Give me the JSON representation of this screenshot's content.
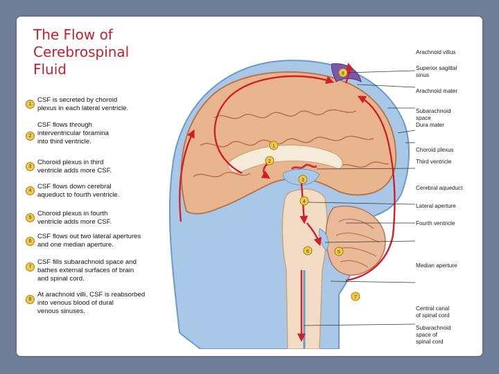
{
  "title": [
    "The Flow of",
    "Cerebrospinal",
    "Fluid"
  ],
  "steps": [
    {
      "num": "1",
      "lines": [
        "CSF is secreted by choroid",
        "plexus in each lateral ventricle."
      ]
    },
    {
      "num": "2",
      "lines": [
        "CSF flows through",
        "interventricular foramina",
        "into third ventricle."
      ]
    },
    {
      "num": "3",
      "lines": [
        "Choroid plexus in third",
        "ventricle adds more CSF."
      ]
    },
    {
      "num": "4",
      "lines": [
        "CSF flows down cerebral",
        "aqueduct to fourth ventricle."
      ]
    },
    {
      "num": "5",
      "lines": [
        "Choroid plexus in fourth",
        "ventricle adds more CSF."
      ]
    },
    {
      "num": "6",
      "lines": [
        "CSF flows out two lateral apertures",
        "and one median aperture."
      ]
    },
    {
      "num": "7",
      "lines": [
        "CSF fills subarachnoid space and",
        "bathes external surfaces of brain",
        "and spinal cord."
      ]
    },
    {
      "num": "8",
      "lines": [
        "At arachnoid villi, CSF is reabsorbed",
        "into venous blood of dural",
        "venous sinuses."
      ]
    }
  ],
  "labels": [
    {
      "key": "arachnoid_villus",
      "lines": [
        "Arachnoid villus"
      ]
    },
    {
      "key": "superior_sagittal_sinus",
      "lines": [
        "Superior sagittal",
        "sinus"
      ]
    },
    {
      "key": "arachnoid_mater",
      "lines": [
        "Arachnoid mater"
      ]
    },
    {
      "key": "subarachnoid_space",
      "lines": [
        "Subarachnoid",
        "space"
      ]
    },
    {
      "key": "dura_mater",
      "lines": [
        "Dura mater"
      ]
    },
    {
      "key": "choroid_plexus",
      "lines": [
        "Choroid plexus"
      ]
    },
    {
      "key": "third_ventricle",
      "lines": [
        "Third ventricle"
      ]
    },
    {
      "key": "cerebral_aqueduct",
      "lines": [
        "Cerebral aqueduct"
      ]
    },
    {
      "key": "lateral_aperture",
      "lines": [
        "Lateral aperture"
      ]
    },
    {
      "key": "fourth_ventricle",
      "lines": [
        "Fourth ventricle"
      ]
    },
    {
      "key": "median_aperture",
      "lines": [
        "Median aperture"
      ]
    },
    {
      "key": "central_canal",
      "lines": [
        "Central canal",
        "of spinal cord"
      ]
    },
    {
      "key": "subarachnoid_space_spinal",
      "lines": [
        "Subarachnoid",
        "space of",
        "spinal cord"
      ]
    }
  ],
  "figure_markers": [
    "1",
    "2",
    "3",
    "4",
    "5",
    "6",
    "7",
    "8"
  ],
  "colors": {
    "background": "#6f7f99",
    "title": "#c0212b",
    "brain": "#e9b58f",
    "csf": "#a9c7e6",
    "flow_arrow": "#d21f26",
    "marker": "#f2c94c"
  }
}
